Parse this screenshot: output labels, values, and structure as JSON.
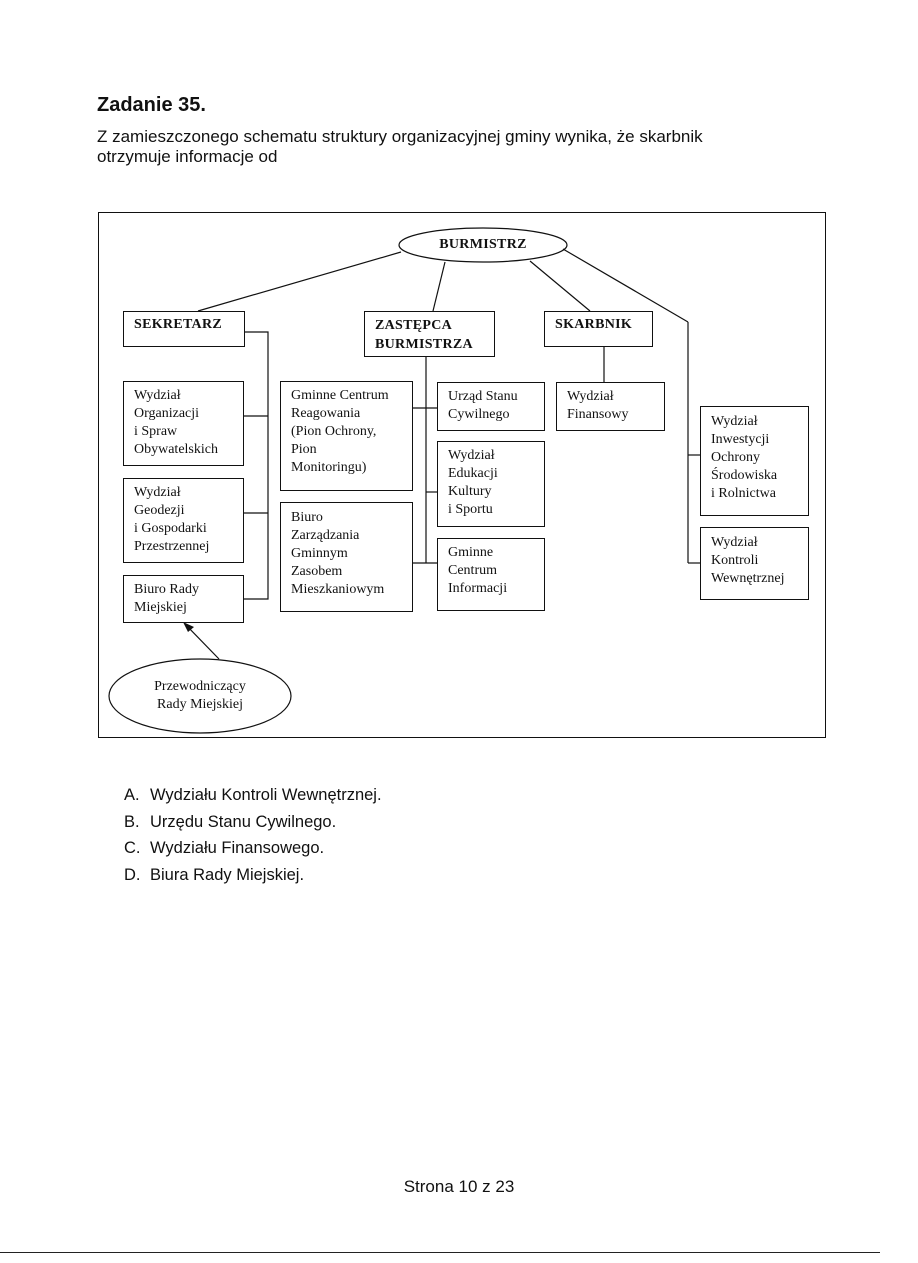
{
  "task": {
    "title": "Zadanie 35.",
    "question_line1": "Z zamieszczonego schematu struktury organizacyjnej gminy wynika, że skarbnik",
    "question_line2": "otrzymuje informacje od"
  },
  "chart": {
    "burmistrz": "BURMISTRZ",
    "sekretarz": "SEKRETARZ",
    "zastepca": "ZASTĘPCA\nBURMISTRZA",
    "skarbnik": "SKARBNIK",
    "wydzial_organizacji": "Wydział\nOrganizacji\ni Spraw\nObywatelskich",
    "wydzial_geodezji": "Wydział\nGeodezji\ni Gospodarki\nPrzestrzennej",
    "biuro_rady": "Biuro Rady\nMiejskiej",
    "przewodniczacy": "Przewodniczący\nRady Miejskiej",
    "gminne_centrum_reagowania": "Gminne Centrum\nReagowania\n(Pion Ochrony,\n      Pion\nMonitoringu)",
    "biuro_zarzadzania": "Biuro\nZarządzania\nGminnym\nZasobem\nMieszkaniowym",
    "urzad_stanu": "Urząd Stanu\nCywilnego",
    "wydzial_edukacji": "Wydział\nEdukacji\nKultury\ni Sportu",
    "gminne_centrum_informacji": "Gminne\nCentrum\nInformacji",
    "wydzial_finansowy": "Wydział\nFinansowy",
    "wydzial_inwestycji": "Wydział\nInwestycji\nOchrony\nŚrodowiska\ni Rolnictwa",
    "wydzial_kontroli": "Wydział\nKontroli\nWewnętrznej"
  },
  "answers": [
    {
      "letter": "A.",
      "text": "Wydziału Kontroli Wewnętrznej."
    },
    {
      "letter": "B.",
      "text": "Urzędu Stanu Cywilnego."
    },
    {
      "letter": "C.",
      "text": "Wydziału Finansowego."
    },
    {
      "letter": "D.",
      "text": "Biura Rady Miejskiej."
    }
  ],
  "footer": "Strona 10 z 23"
}
